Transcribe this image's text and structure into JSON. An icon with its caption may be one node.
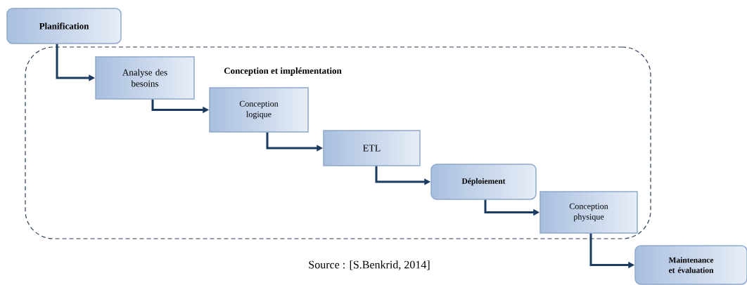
{
  "diagram": {
    "caption": "Source : [S.Benkrid, 2014]",
    "nodes": [
      {
        "text": [
          "Planification"
        ]
      },
      {
        "text": [
          "Conception et implémentation"
        ]
      },
      {
        "text": [
          "Analyse des besoins"
        ],
        "in": 1
      },
      {
        "text": [
          "Conception logique"
        ],
        "in": 1
      },
      {
        "text": [
          "ETL"
        ],
        "in": 1
      },
      {
        "text": [
          "Déploiement"
        ],
        "in": 1
      },
      {
        "text": [
          "Conception physique"
        ],
        "in": 1
      },
      {
        "text": [
          "Maintenance et évaluation"
        ]
      }
    ],
    "edges": [
      {
        "from": 0,
        "to": 2,
        "arrow": "to"
      },
      {
        "from": 2,
        "to": 3,
        "arrow": "to"
      },
      {
        "from": 3,
        "to": 4,
        "arrow": "to"
      },
      {
        "from": 4,
        "to": 5,
        "arrow": "to"
      },
      {
        "from": 5,
        "to": 6,
        "arrow": "to"
      },
      {
        "from": 6,
        "to": 7,
        "arrow": "to"
      }
    ]
  }
}
